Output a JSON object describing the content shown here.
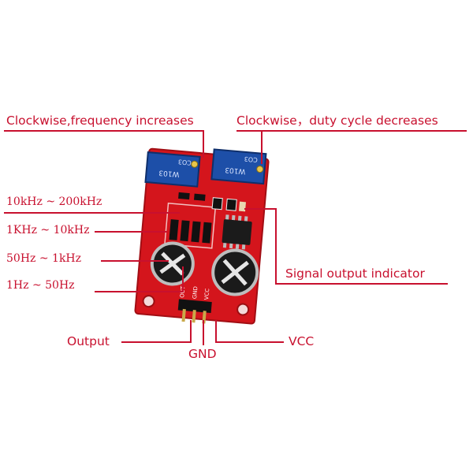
{
  "labels": {
    "frequency_pot": "Clockwise,frequency increases",
    "duty_pot": "Clockwise，duty cycle decreases",
    "range_10k_200k": "10kHz ~ 200kHz",
    "range_1k_10k": "1KHz ~ 10kHz",
    "range_50_1k": "50Hz ~ 1kHz",
    "range_1_50": "1Hz ~ 50Hz",
    "signal_indicator": "Signal output indicator",
    "output": "Output",
    "gnd": "GND",
    "vcc": "VCC"
  },
  "board": {
    "pot_left_text": "W103",
    "pot_left_text2": "CO3",
    "pot_right_text": "W103",
    "pot_right_text2": "CO3",
    "pin_out": "OUT",
    "pin_gnd": "GND",
    "pin_vcc": "VCC"
  },
  "colors": {
    "label": "#c8102e",
    "line": "#c8102e",
    "pcb": "#d4151c",
    "pot": "#1d4fa8",
    "capacitor": "#1a1a1a"
  }
}
